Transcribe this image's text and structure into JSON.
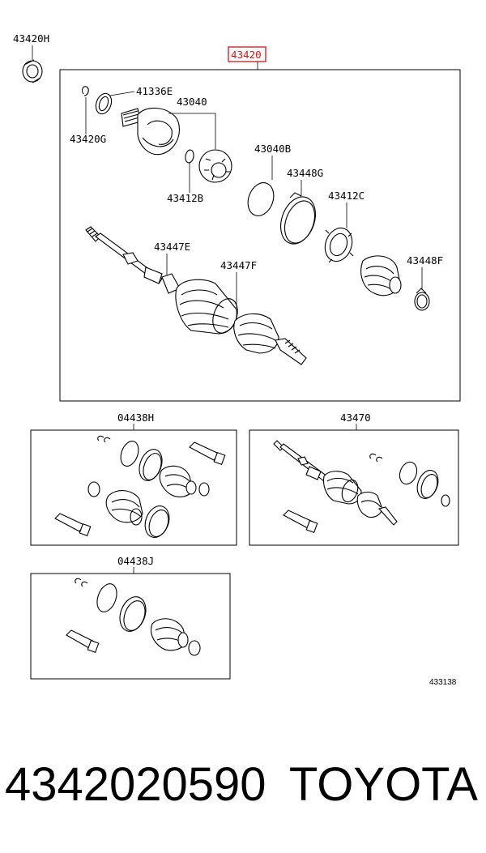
{
  "callouts": {
    "c43420H": "43420H",
    "c43420": "43420",
    "c41336E": "41336E",
    "c43040": "43040",
    "c43420G": "43420G",
    "c43412B": "43412B",
    "c43040B": "43040B",
    "c43448G": "43448G",
    "c43412C": "43412C",
    "c43447E": "43447E",
    "c43447F": "43447F",
    "c43448F": "43448F",
    "c04438H": "04438H",
    "c43470": "43470",
    "c04438J": "04438J"
  },
  "highlighted_part": "43420",
  "highlight_color": "#e01010",
  "diagram_code": "433138",
  "footer": {
    "part_number": "4342020590",
    "brand": "TOYOTA"
  }
}
